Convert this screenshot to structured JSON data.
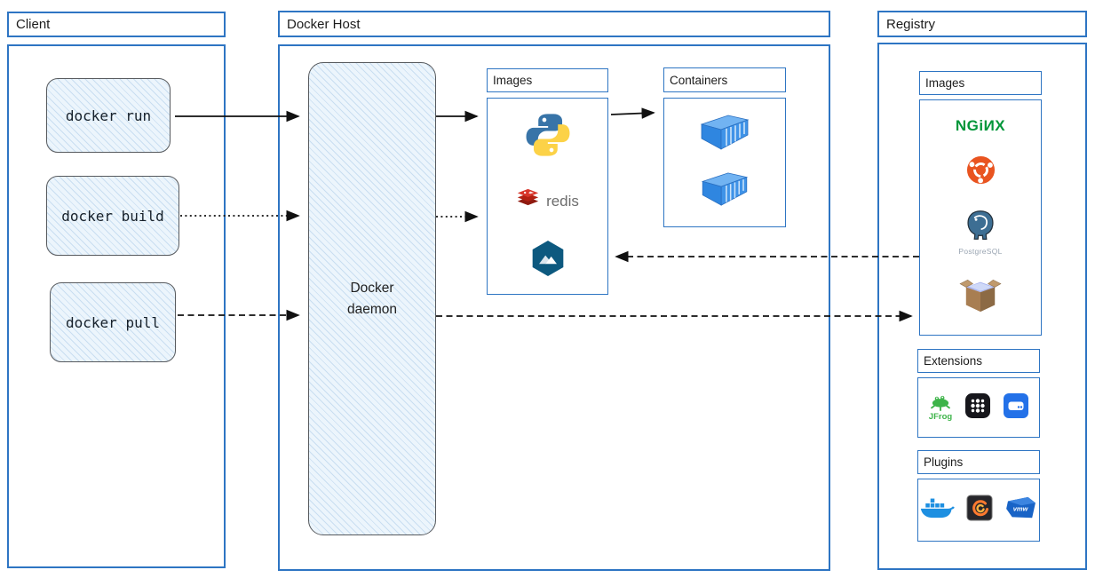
{
  "client": {
    "title": "Client",
    "commands": [
      {
        "label": "docker run",
        "arrow_style": "solid"
      },
      {
        "label": "docker build",
        "arrow_style": "dotted"
      },
      {
        "label": "docker pull",
        "arrow_style": "dashed"
      }
    ]
  },
  "host": {
    "title": "Docker Host",
    "daemon_label": "Docker daemon",
    "images": {
      "title": "Images",
      "icons": [
        "python-icon",
        "redis-icon",
        "alpine-icon"
      ]
    },
    "containers": {
      "title": "Containers",
      "icons": [
        "container-icon",
        "container-icon"
      ]
    }
  },
  "registry": {
    "title": "Registry",
    "images": {
      "title": "Images",
      "icons": [
        "nginx-icon",
        "ubuntu-icon",
        "postgresql-icon",
        "package-box-icon"
      ]
    },
    "extensions": {
      "title": "Extensions",
      "icons": [
        "jfrog-icon",
        "apps-grid-icon",
        "disk-drive-icon"
      ]
    },
    "plugins": {
      "title": "Plugins",
      "icons": [
        "docker-whale-icon",
        "grafana-icon",
        "vmware-icon"
      ]
    }
  },
  "labels": {
    "redis": "redis",
    "nginx": "NGiИX",
    "postgresql": "PostgreSQL",
    "jfrog": "JFrog",
    "vmware": "vmw"
  },
  "colors": {
    "frame_blue": "#2e75c3",
    "sketch_fill": "#ecf5fc",
    "nginx_green": "#009639",
    "ubuntu_orange": "#e95420",
    "redis_red": "#b32012",
    "python_blue": "#3874a8",
    "python_yellow": "#fcd247",
    "alpine_blue": "#0d597f",
    "jfrog_green": "#3eb44a",
    "grafana_orange": "#ff7a2f",
    "docker_blue": "#1d8fe1",
    "vmware_blue": "#1863c6"
  }
}
